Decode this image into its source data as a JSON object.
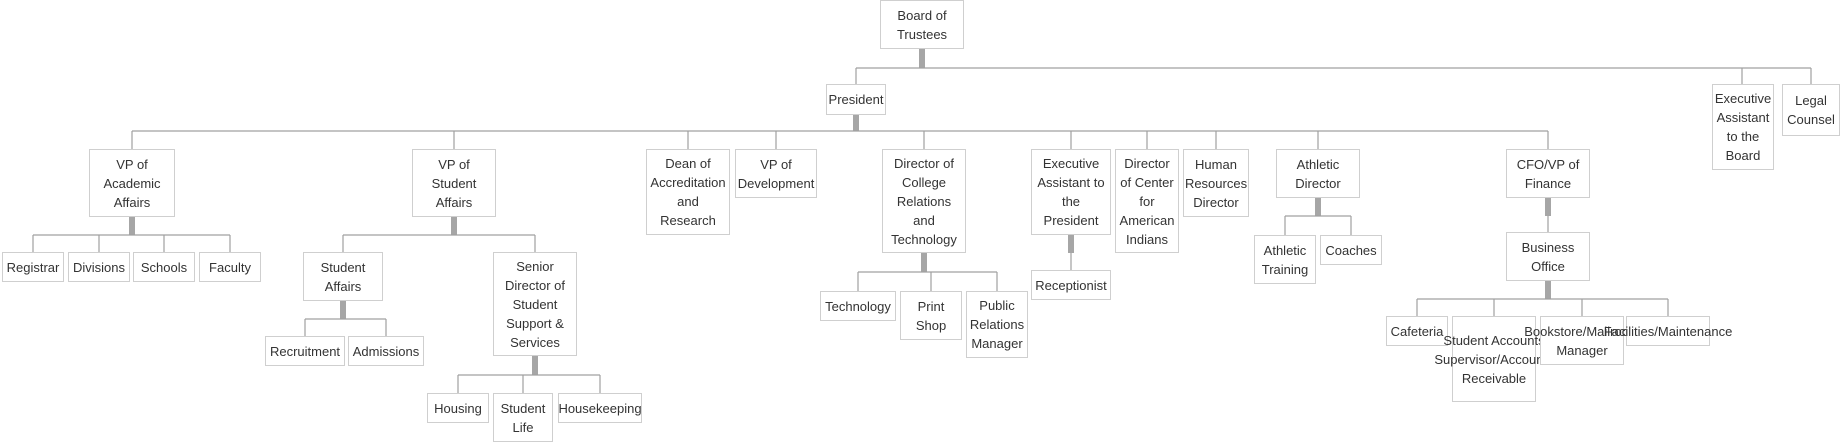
{
  "nodes": {
    "board": "Board of Trustees",
    "president": "President",
    "exec_asst_board": "Executive Assistant to the Board",
    "legal": "Legal Counsel",
    "vp_academic": "VP of Academic Affairs",
    "vp_student": "VP of Student Affairs",
    "dean_accred": "Dean of Accreditation and Research",
    "vp_dev": "VP of Development",
    "dir_college": "Director of College Relations and Technology",
    "exec_asst_pres": "Executive Assistant to the President",
    "dir_center": "Director of Center for American Indians",
    "hr": "Human Resources Director",
    "athletic": "Athletic Director",
    "cfo": "CFO/VP of Finance",
    "registrar": "Registrar",
    "divisions": "Divisions",
    "schools": "Schools",
    "faculty": "Faculty",
    "student_affairs": "Student Affairs",
    "senior_dir": "Senior Director of Student Support & Services",
    "recruitment": "Recruitment",
    "admissions": "Admissions",
    "housing": "Housing",
    "student_life": "Student Life",
    "housekeeping": "Housekeeping",
    "technology": "Technology",
    "print_shop": "Print Shop",
    "pr_manager": "Public Relations Manager",
    "receptionist": "Receptionist",
    "athletic_training": "Athletic Training",
    "coaches": "Coaches",
    "business_office": "Business Office",
    "cafeteria": "Cafeteria",
    "student_accounts": "Student Accounts Supervisor/Accounts Receivable",
    "bookstore": "Bookstore/Mailroom Manager",
    "facilities": "Facilities/Maintenance"
  },
  "colors": {
    "line": "#a0a0a0",
    "stub": "#a6a6a6",
    "border": "#cfcfcf",
    "text": "#333333"
  }
}
